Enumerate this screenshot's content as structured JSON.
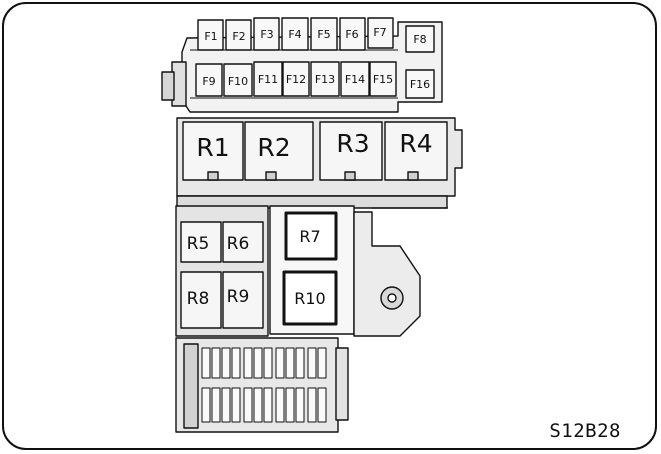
{
  "fuses": [
    "F1",
    "F2",
    "F3",
    "F4",
    "F5",
    "F6",
    "F7",
    "F8",
    "F9",
    "F10",
    "F11",
    "F12",
    "F13",
    "F14",
    "F15",
    "F16"
  ],
  "relays": [
    "R1",
    "R2",
    "R3",
    "R4",
    "R5",
    "R6",
    "R7",
    "R8",
    "R9",
    "R10"
  ],
  "figure_code": "S12B28",
  "colors": {
    "line": "#111111",
    "fill_light": "#f4f4f4",
    "fill_mid": "#e6e6e6",
    "fill_dark": "#cfcfcf"
  }
}
